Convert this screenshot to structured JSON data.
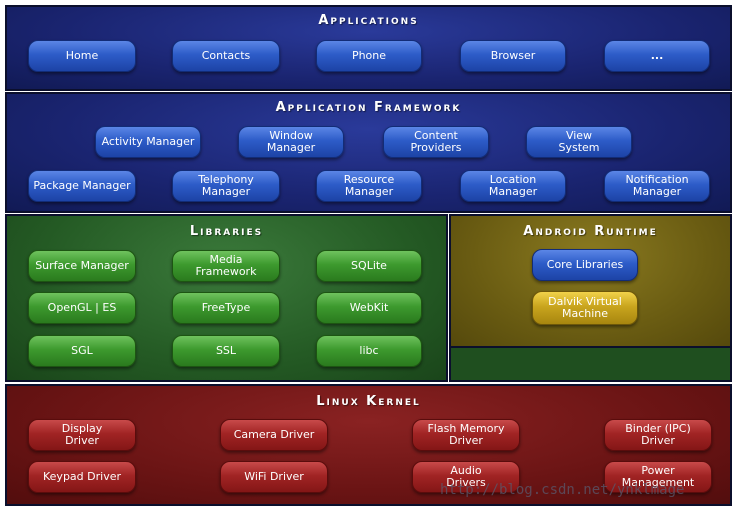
{
  "applications": {
    "title": "Applications",
    "items": [
      "Home",
      "Contacts",
      "Phone",
      "Browser",
      "..."
    ]
  },
  "framework": {
    "title": "Application Framework",
    "row1": [
      "Activity Manager",
      "Window\nManager",
      "Content\nProviders",
      "View\nSystem"
    ],
    "row2": [
      "Package Manager",
      "Telephony\nManager",
      "Resource\nManager",
      "Location\nManager",
      "Notification\nManager"
    ]
  },
  "libraries": {
    "title": "Libraries",
    "items": [
      "Surface Manager",
      "Media\nFramework",
      "SQLite",
      "OpenGL | ES",
      "FreeType",
      "WebKit",
      "SGL",
      "SSL",
      "libc"
    ]
  },
  "runtime": {
    "title": "Android Runtime",
    "core": "Core Libraries",
    "dalvik": "Dalvik Virtual\nMachine"
  },
  "kernel": {
    "title": "Linux Kernel",
    "items": [
      "Display\nDriver",
      "Camera Driver",
      "Flash Memory\nDriver",
      "Binder (IPC)\nDriver",
      "Keypad Driver",
      "WiFi Driver",
      "Audio\nDrivers",
      "Power\nManagement"
    ]
  },
  "watermark": "http://blog.csdn.net/ynklmage",
  "colors": {
    "blue_layer": "#1a2470",
    "green_layer": "#245a24",
    "runtime_layer": "#6a5c12",
    "kernel_layer": "#6a1414"
  }
}
